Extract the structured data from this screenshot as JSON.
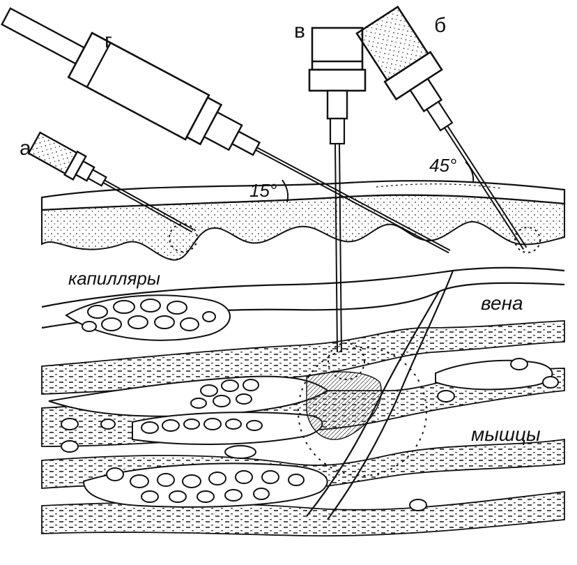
{
  "labels": {
    "a": "а",
    "b": "б",
    "v": "в",
    "g": "г",
    "angle_15": "15°",
    "angle_45": "45°",
    "capillaries": "капилляры",
    "vein": "вена",
    "muscles": "мышцы"
  },
  "colors": {
    "ink": "#111111",
    "paper": "#ffffff",
    "skin_fill": "#f7f3ea"
  }
}
